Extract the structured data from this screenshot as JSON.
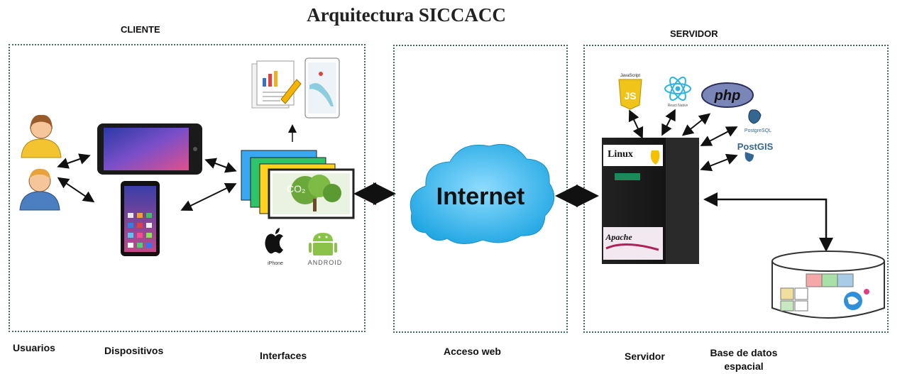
{
  "title": "Arquitectura SICCACC",
  "regions": {
    "client": "CLIENTE",
    "server": "SERVIDOR"
  },
  "bottom_labels": {
    "users": "Usuarios",
    "devices": "Dispositivos",
    "interfaces": "Interfaces",
    "web_access": "Acceso web",
    "server": "Servidor",
    "spatial_db_line1": "Base de datos",
    "spatial_db_line2": "espacial"
  },
  "cloud_label": "Internet",
  "interface_screen_label": "CO₂",
  "platforms": {
    "ios": "iPhone",
    "android": "ANDROID"
  },
  "technologies": {
    "javascript": "JavaScript",
    "javascript_badge": "JS",
    "react": "React Native",
    "php": "php",
    "postgresql": "PostgreSQL",
    "postgis": "PostGIS",
    "linux": "Linux",
    "apache": "Apache"
  },
  "colors": {
    "frame": "#3f6f5b",
    "cloud": "#38b6ea",
    "arrow": "#111111"
  }
}
